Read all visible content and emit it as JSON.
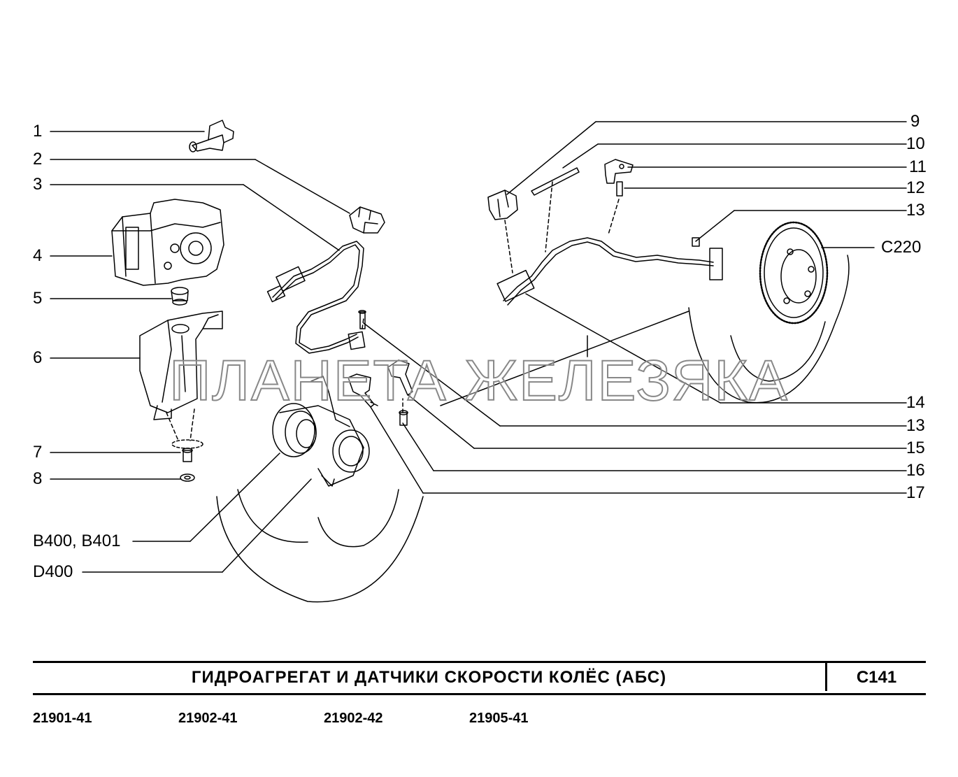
{
  "watermark": "ПЛАНЕТА ЖЕЛЕЗЯКА",
  "title": "ГИДРОАГРЕГАТ И ДАТЧИКИ СКОРОСТИ КОЛЁС (АБС)",
  "sheet_code": "C141",
  "models": [
    "21901-41",
    "21902-41",
    "21902-42",
    "21905-41"
  ],
  "callouts_left": [
    "1",
    "2",
    "3",
    "4",
    "5",
    "6",
    "7",
    "8",
    "B400, B401",
    "D400"
  ],
  "callouts_right": [
    "9",
    "10",
    "11",
    "12",
    "13",
    "C220",
    "14",
    "13",
    "15",
    "16",
    "17"
  ]
}
